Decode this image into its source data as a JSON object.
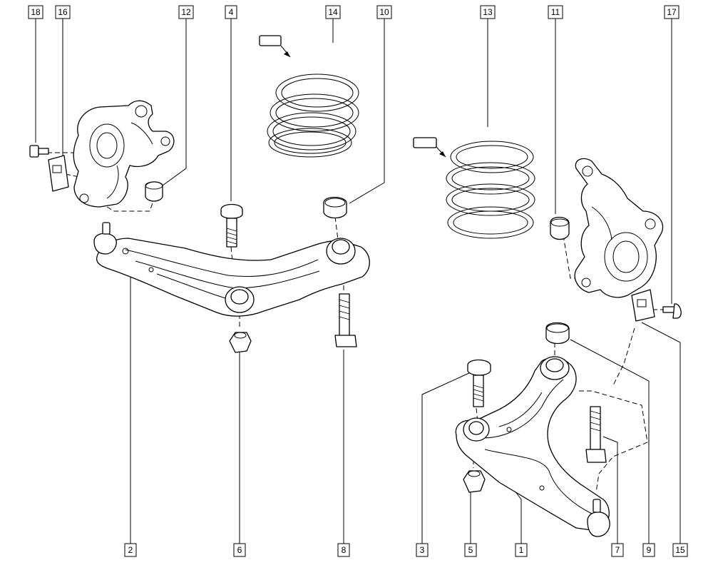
{
  "title": "",
  "callouts": {
    "p18": "18",
    "p16": "16",
    "p12": "12",
    "p4": "4",
    "p14": "14",
    "p10": "10",
    "p13": "13",
    "p11": "11",
    "p17": "17",
    "p2": "2",
    "p6": "6",
    "p8": "8",
    "p3": "3",
    "p5": "5",
    "p1": "1",
    "p7": "7",
    "p9": "9",
    "p15": "15"
  },
  "parts": [
    {
      "id": "left-lower-arm",
      "number": "2"
    },
    {
      "id": "right-lower-arm",
      "number": "1"
    },
    {
      "id": "coil-spring-left",
      "number": "14"
    },
    {
      "id": "coil-spring-right",
      "number": "13"
    },
    {
      "id": "left-knuckle"
    },
    {
      "id": "right-knuckle"
    }
  ],
  "colors": {
    "ink": "#000000",
    "background": "#ffffff"
  }
}
